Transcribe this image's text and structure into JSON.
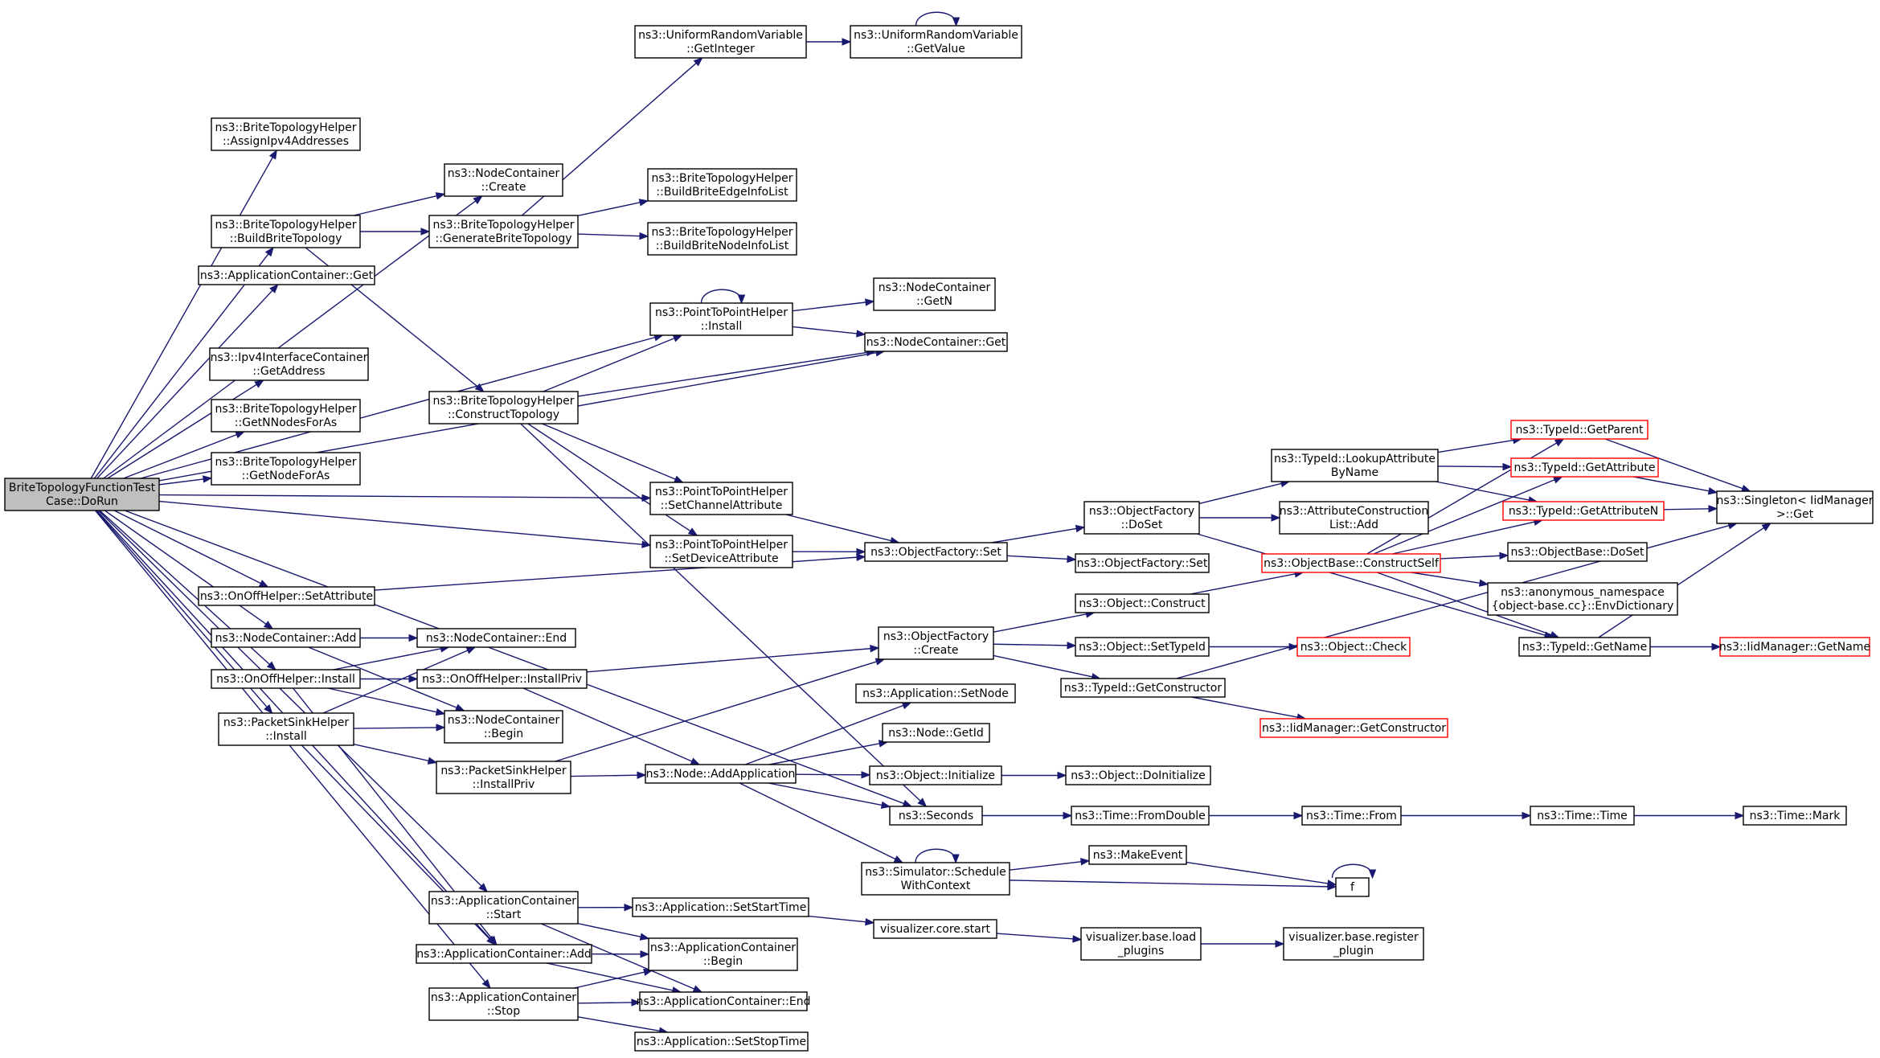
{
  "colors": {
    "edge": "#191970",
    "truncated_border": "#ff0000",
    "root_fill": "#bfbfbf",
    "border": "#000000"
  },
  "nodes": [
    {
      "id": "root",
      "lines": [
        "BriteTopologyFunctionTest",
        "Case::DoRun"
      ],
      "root": true
    },
    {
      "id": "assign",
      "lines": [
        "ns3::BriteTopologyHelper",
        "::AssignIpv4Addresses"
      ]
    },
    {
      "id": "buildtopo",
      "lines": [
        "ns3::BriteTopologyHelper",
        "::BuildBriteTopology"
      ]
    },
    {
      "id": "appget",
      "lines": [
        "ns3::ApplicationContainer::Get"
      ]
    },
    {
      "id": "getaddr",
      "lines": [
        "ns3::Ipv4InterfaceContainer",
        "::GetAddress"
      ]
    },
    {
      "id": "getnnodes",
      "lines": [
        "ns3::BriteTopologyHelper",
        "::GetNNodesForAs"
      ]
    },
    {
      "id": "getnodefor",
      "lines": [
        "ns3::BriteTopologyHelper",
        "::GetNodeForAs"
      ]
    },
    {
      "id": "onoffset",
      "lines": [
        "ns3::OnOffHelper::SetAttribute"
      ]
    },
    {
      "id": "ncadd",
      "lines": [
        "ns3::NodeContainer::Add"
      ]
    },
    {
      "id": "onoffinst",
      "lines": [
        "ns3::OnOffHelper::Install"
      ]
    },
    {
      "id": "psinst",
      "lines": [
        "ns3::PacketSinkHelper",
        "::Install"
      ]
    },
    {
      "id": "urvgetint",
      "lines": [
        "ns3::UniformRandomVariable",
        "::GetInteger"
      ]
    },
    {
      "id": "urvgetval",
      "lines": [
        "ns3::UniformRandomVariable",
        "::GetValue"
      ]
    },
    {
      "id": "nccreate",
      "lines": [
        "ns3::NodeContainer",
        "::Create"
      ]
    },
    {
      "id": "gentopo",
      "lines": [
        "ns3::BriteTopologyHelper",
        "::GenerateBriteTopology"
      ]
    },
    {
      "id": "edgeinfo",
      "lines": [
        "ns3::BriteTopologyHelper",
        "::BuildBriteEdgeInfoList"
      ]
    },
    {
      "id": "nodeinfo",
      "lines": [
        "ns3::BriteTopologyHelper",
        "::BuildBriteNodeInfoList"
      ]
    },
    {
      "id": "p2pinst",
      "lines": [
        "ns3::PointToPointHelper",
        "::Install"
      ]
    },
    {
      "id": "ncgetn",
      "lines": [
        "ns3::NodeContainer",
        "::GetN"
      ]
    },
    {
      "id": "ncget",
      "lines": [
        "ns3::NodeContainer::Get"
      ]
    },
    {
      "id": "consttopo",
      "lines": [
        "ns3::BriteTopologyHelper",
        "::ConstructTopology"
      ]
    },
    {
      "id": "p2pchan",
      "lines": [
        "ns3::PointToPointHelper",
        "::SetChannelAttribute"
      ]
    },
    {
      "id": "p2pdev",
      "lines": [
        "ns3::PointToPointHelper",
        "::SetDeviceAttribute"
      ]
    },
    {
      "id": "ofset",
      "lines": [
        "ns3::ObjectFactory::Set"
      ]
    },
    {
      "id": "ofdoset",
      "lines": [
        "ns3::ObjectFactory",
        "::DoSet"
      ]
    },
    {
      "id": "ofset2",
      "lines": [
        "ns3::ObjectFactory::Set"
      ]
    },
    {
      "id": "lookup",
      "lines": [
        "ns3::TypeId::LookupAttribute",
        "ByName"
      ]
    },
    {
      "id": "attrlist",
      "lines": [
        "ns3::AttributeConstruction",
        "List::Add"
      ]
    },
    {
      "id": "getparent",
      "lines": [
        "ns3::TypeId::GetParent"
      ],
      "truncated": true
    },
    {
      "id": "getattr",
      "lines": [
        "ns3::TypeId::GetAttribute"
      ],
      "truncated": true
    },
    {
      "id": "getattrn",
      "lines": [
        "ns3::TypeId::GetAttributeN"
      ],
      "truncated": true
    },
    {
      "id": "singleton",
      "lines": [
        "ns3::Singleton< IidManager",
        ">::Get"
      ]
    },
    {
      "id": "constself",
      "lines": [
        "ns3::ObjectBase::ConstructSelf"
      ],
      "truncated": true
    },
    {
      "id": "obdoset",
      "lines": [
        "ns3::ObjectBase::DoSet"
      ]
    },
    {
      "id": "envdict",
      "lines": [
        "ns3::anonymous_namespace",
        "{object-base.cc}::EnvDictionary"
      ]
    },
    {
      "id": "getname",
      "lines": [
        "ns3::TypeId::GetName"
      ]
    },
    {
      "id": "iidgetname",
      "lines": [
        "ns3::IidManager::GetName"
      ],
      "truncated": true
    },
    {
      "id": "ncend",
      "lines": [
        "ns3::NodeContainer::End"
      ]
    },
    {
      "id": "onoffpriv",
      "lines": [
        "ns3::OnOffHelper::InstallPriv"
      ]
    },
    {
      "id": "ncbegin",
      "lines": [
        "ns3::NodeContainer",
        "::Begin"
      ]
    },
    {
      "id": "pspriv",
      "lines": [
        "ns3::PacketSinkHelper",
        "::InstallPriv"
      ]
    },
    {
      "id": "ofcreate",
      "lines": [
        "ns3::ObjectFactory",
        "::Create"
      ]
    },
    {
      "id": "objconst",
      "lines": [
        "ns3::Object::Construct"
      ]
    },
    {
      "id": "settypeid",
      "lines": [
        "ns3::Object::SetTypeId"
      ]
    },
    {
      "id": "objcheck",
      "lines": [
        "ns3::Object::Check"
      ],
      "truncated": true
    },
    {
      "id": "getctor",
      "lines": [
        "ns3::TypeId::GetConstructor"
      ]
    },
    {
      "id": "iidgetctor",
      "lines": [
        "ns3::IidManager::GetConstructor"
      ],
      "truncated": true
    },
    {
      "id": "appsetnode",
      "lines": [
        "ns3::Application::SetNode"
      ]
    },
    {
      "id": "nodegetid",
      "lines": [
        "ns3::Node::GetId"
      ]
    },
    {
      "id": "addapp",
      "lines": [
        "ns3::Node::AddApplication"
      ]
    },
    {
      "id": "objinit",
      "lines": [
        "ns3::Object::Initialize"
      ]
    },
    {
      "id": "objdoinit",
      "lines": [
        "ns3::Object::DoInitialize"
      ]
    },
    {
      "id": "seconds",
      "lines": [
        "ns3::Seconds"
      ]
    },
    {
      "id": "fromdouble",
      "lines": [
        "ns3::Time::FromDouble"
      ]
    },
    {
      "id": "timefrom",
      "lines": [
        "ns3::Time::From"
      ]
    },
    {
      "id": "timetime",
      "lines": [
        "ns3::Time::Time"
      ]
    },
    {
      "id": "timemark",
      "lines": [
        "ns3::Time::Mark"
      ]
    },
    {
      "id": "schedule",
      "lines": [
        "ns3::Simulator::Schedule",
        "WithContext"
      ]
    },
    {
      "id": "makeevent",
      "lines": [
        "ns3::MakeEvent"
      ]
    },
    {
      "id": "f",
      "lines": [
        "f"
      ]
    },
    {
      "id": "acstart",
      "lines": [
        "ns3::ApplicationContainer",
        "::Start"
      ]
    },
    {
      "id": "setstart",
      "lines": [
        "ns3::Application::SetStartTime"
      ]
    },
    {
      "id": "vizstart",
      "lines": [
        "visualizer.core.start"
      ]
    },
    {
      "id": "vizload",
      "lines": [
        "visualizer.base.load",
        "_plugins"
      ]
    },
    {
      "id": "vizreg",
      "lines": [
        "visualizer.base.register",
        "_plugin"
      ]
    },
    {
      "id": "acadd",
      "lines": [
        "ns3::ApplicationContainer::Add"
      ]
    },
    {
      "id": "acbegin",
      "lines": [
        "ns3::ApplicationContainer",
        "::Begin"
      ]
    },
    {
      "id": "acend",
      "lines": [
        "ns3::ApplicationContainer::End"
      ]
    },
    {
      "id": "acstop",
      "lines": [
        "ns3::ApplicationContainer",
        "::Stop"
      ]
    },
    {
      "id": "setstop",
      "lines": [
        "ns3::Application::SetStopTime"
      ]
    }
  ],
  "edges": [
    [
      "root",
      "assign"
    ],
    [
      "root",
      "buildtopo"
    ],
    [
      "root",
      "appget"
    ],
    [
      "root",
      "getaddr"
    ],
    [
      "root",
      "getnnodes"
    ],
    [
      "root",
      "getnodefor"
    ],
    [
      "root",
      "onoffset"
    ],
    [
      "root",
      "ncadd"
    ],
    [
      "root",
      "onoffinst"
    ],
    [
      "root",
      "psinst"
    ],
    [
      "root",
      "nccreate"
    ],
    [
      "root",
      "ncget"
    ],
    [
      "root",
      "p2pinst"
    ],
    [
      "root",
      "p2pchan"
    ],
    [
      "root",
      "p2pdev"
    ],
    [
      "root",
      "seconds"
    ],
    [
      "root",
      "acstart"
    ],
    [
      "root",
      "acstop"
    ],
    [
      "root",
      "acadd"
    ],
    [
      "buildtopo",
      "nccreate"
    ],
    [
      "buildtopo",
      "gentopo"
    ],
    [
      "buildtopo",
      "consttopo"
    ],
    [
      "gentopo",
      "urvgetint"
    ],
    [
      "gentopo",
      "edgeinfo"
    ],
    [
      "gentopo",
      "nodeinfo"
    ],
    [
      "urvgetint",
      "urvgetval"
    ],
    [
      "urvgetval",
      "urvgetval"
    ],
    [
      "consttopo",
      "p2pinst"
    ],
    [
      "consttopo",
      "ncget"
    ],
    [
      "consttopo",
      "p2pchan"
    ],
    [
      "consttopo",
      "p2pdev"
    ],
    [
      "consttopo",
      "seconds"
    ],
    [
      "p2pinst",
      "p2pinst"
    ],
    [
      "p2pinst",
      "ncgetn"
    ],
    [
      "p2pinst",
      "ncget"
    ],
    [
      "p2pchan",
      "ofset"
    ],
    [
      "p2pdev",
      "ofset"
    ],
    [
      "onoffset",
      "ofset"
    ],
    [
      "ofset",
      "ofdoset"
    ],
    [
      "ofset",
      "ofset2"
    ],
    [
      "ofdoset",
      "lookup"
    ],
    [
      "ofdoset",
      "attrlist"
    ],
    [
      "ofdoset",
      "getname"
    ],
    [
      "lookup",
      "getparent"
    ],
    [
      "lookup",
      "getattr"
    ],
    [
      "lookup",
      "getattrn"
    ],
    [
      "getparent",
      "singleton"
    ],
    [
      "getattr",
      "singleton"
    ],
    [
      "getattrn",
      "singleton"
    ],
    [
      "constself",
      "getparent"
    ],
    [
      "constself",
      "getattr"
    ],
    [
      "constself",
      "getattrn"
    ],
    [
      "constself",
      "obdoset"
    ],
    [
      "constself",
      "envdict"
    ],
    [
      "constself",
      "getname"
    ],
    [
      "getname",
      "singleton"
    ],
    [
      "getname",
      "iidgetname"
    ],
    [
      "ncadd",
      "ncend"
    ],
    [
      "ncadd",
      "ncbegin"
    ],
    [
      "onoffinst",
      "ncend"
    ],
    [
      "onoffinst",
      "onoffpriv"
    ],
    [
      "onoffinst",
      "ncbegin"
    ],
    [
      "onoffinst",
      "acadd"
    ],
    [
      "psinst",
      "ncend"
    ],
    [
      "psinst",
      "ncbegin"
    ],
    [
      "psinst",
      "pspriv"
    ],
    [
      "psinst",
      "acadd"
    ],
    [
      "onoffpriv",
      "ofcreate"
    ],
    [
      "onoffpriv",
      "addapp"
    ],
    [
      "pspriv",
      "ofcreate"
    ],
    [
      "pspriv",
      "addapp"
    ],
    [
      "ofcreate",
      "objconst"
    ],
    [
      "ofcreate",
      "settypeid"
    ],
    [
      "ofcreate",
      "getctor"
    ],
    [
      "objconst",
      "constself"
    ],
    [
      "settypeid",
      "objcheck"
    ],
    [
      "getctor",
      "singleton"
    ],
    [
      "getctor",
      "iidgetctor"
    ],
    [
      "addapp",
      "appsetnode"
    ],
    [
      "addapp",
      "nodegetid"
    ],
    [
      "addapp",
      "objinit"
    ],
    [
      "addapp",
      "seconds"
    ],
    [
      "addapp",
      "schedule"
    ],
    [
      "objinit",
      "objdoinit"
    ],
    [
      "seconds",
      "fromdouble"
    ],
    [
      "fromdouble",
      "timefrom"
    ],
    [
      "timefrom",
      "timetime"
    ],
    [
      "timetime",
      "timemark"
    ],
    [
      "schedule",
      "schedule"
    ],
    [
      "schedule",
      "makeevent"
    ],
    [
      "schedule",
      "f"
    ],
    [
      "makeevent",
      "f"
    ],
    [
      "f",
      "f"
    ],
    [
      "acstart",
      "setstart"
    ],
    [
      "acstart",
      "acbegin"
    ],
    [
      "acstart",
      "acend"
    ],
    [
      "setstart",
      "vizstart"
    ],
    [
      "vizstart",
      "vizload"
    ],
    [
      "vizload",
      "vizreg"
    ],
    [
      "acadd",
      "acbegin"
    ],
    [
      "acadd",
      "acend"
    ],
    [
      "acstop",
      "acbegin"
    ],
    [
      "acstop",
      "acend"
    ],
    [
      "acstop",
      "setstop"
    ]
  ]
}
